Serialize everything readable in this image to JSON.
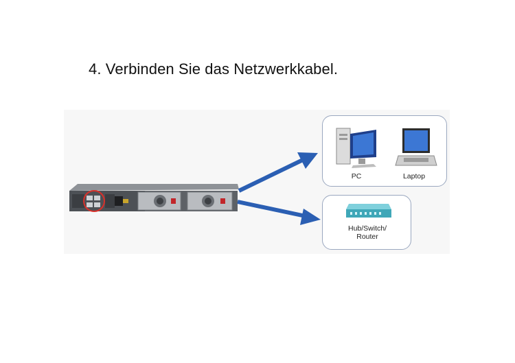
{
  "title": "4. Verbinden Sie das Netzwerkkabel.",
  "devices": {
    "pc_label": "PC",
    "laptop_label": "Laptop"
  },
  "network": {
    "hub_label_line1": "Hub/Switch/",
    "hub_label_line2": "Router"
  },
  "colors": {
    "arrow": "#2b5fb3",
    "highlight_circle": "#d9302a",
    "card_border": "#9aa7bf",
    "hub_body": "#3fa7b8"
  }
}
